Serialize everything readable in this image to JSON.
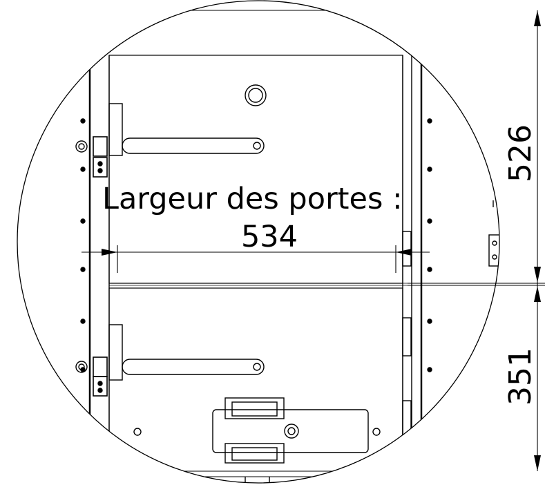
{
  "door_width": {
    "label": "Largeur des portes :",
    "value": "534"
  },
  "dimensions": {
    "top_height": "526",
    "bottom_height": "351"
  }
}
